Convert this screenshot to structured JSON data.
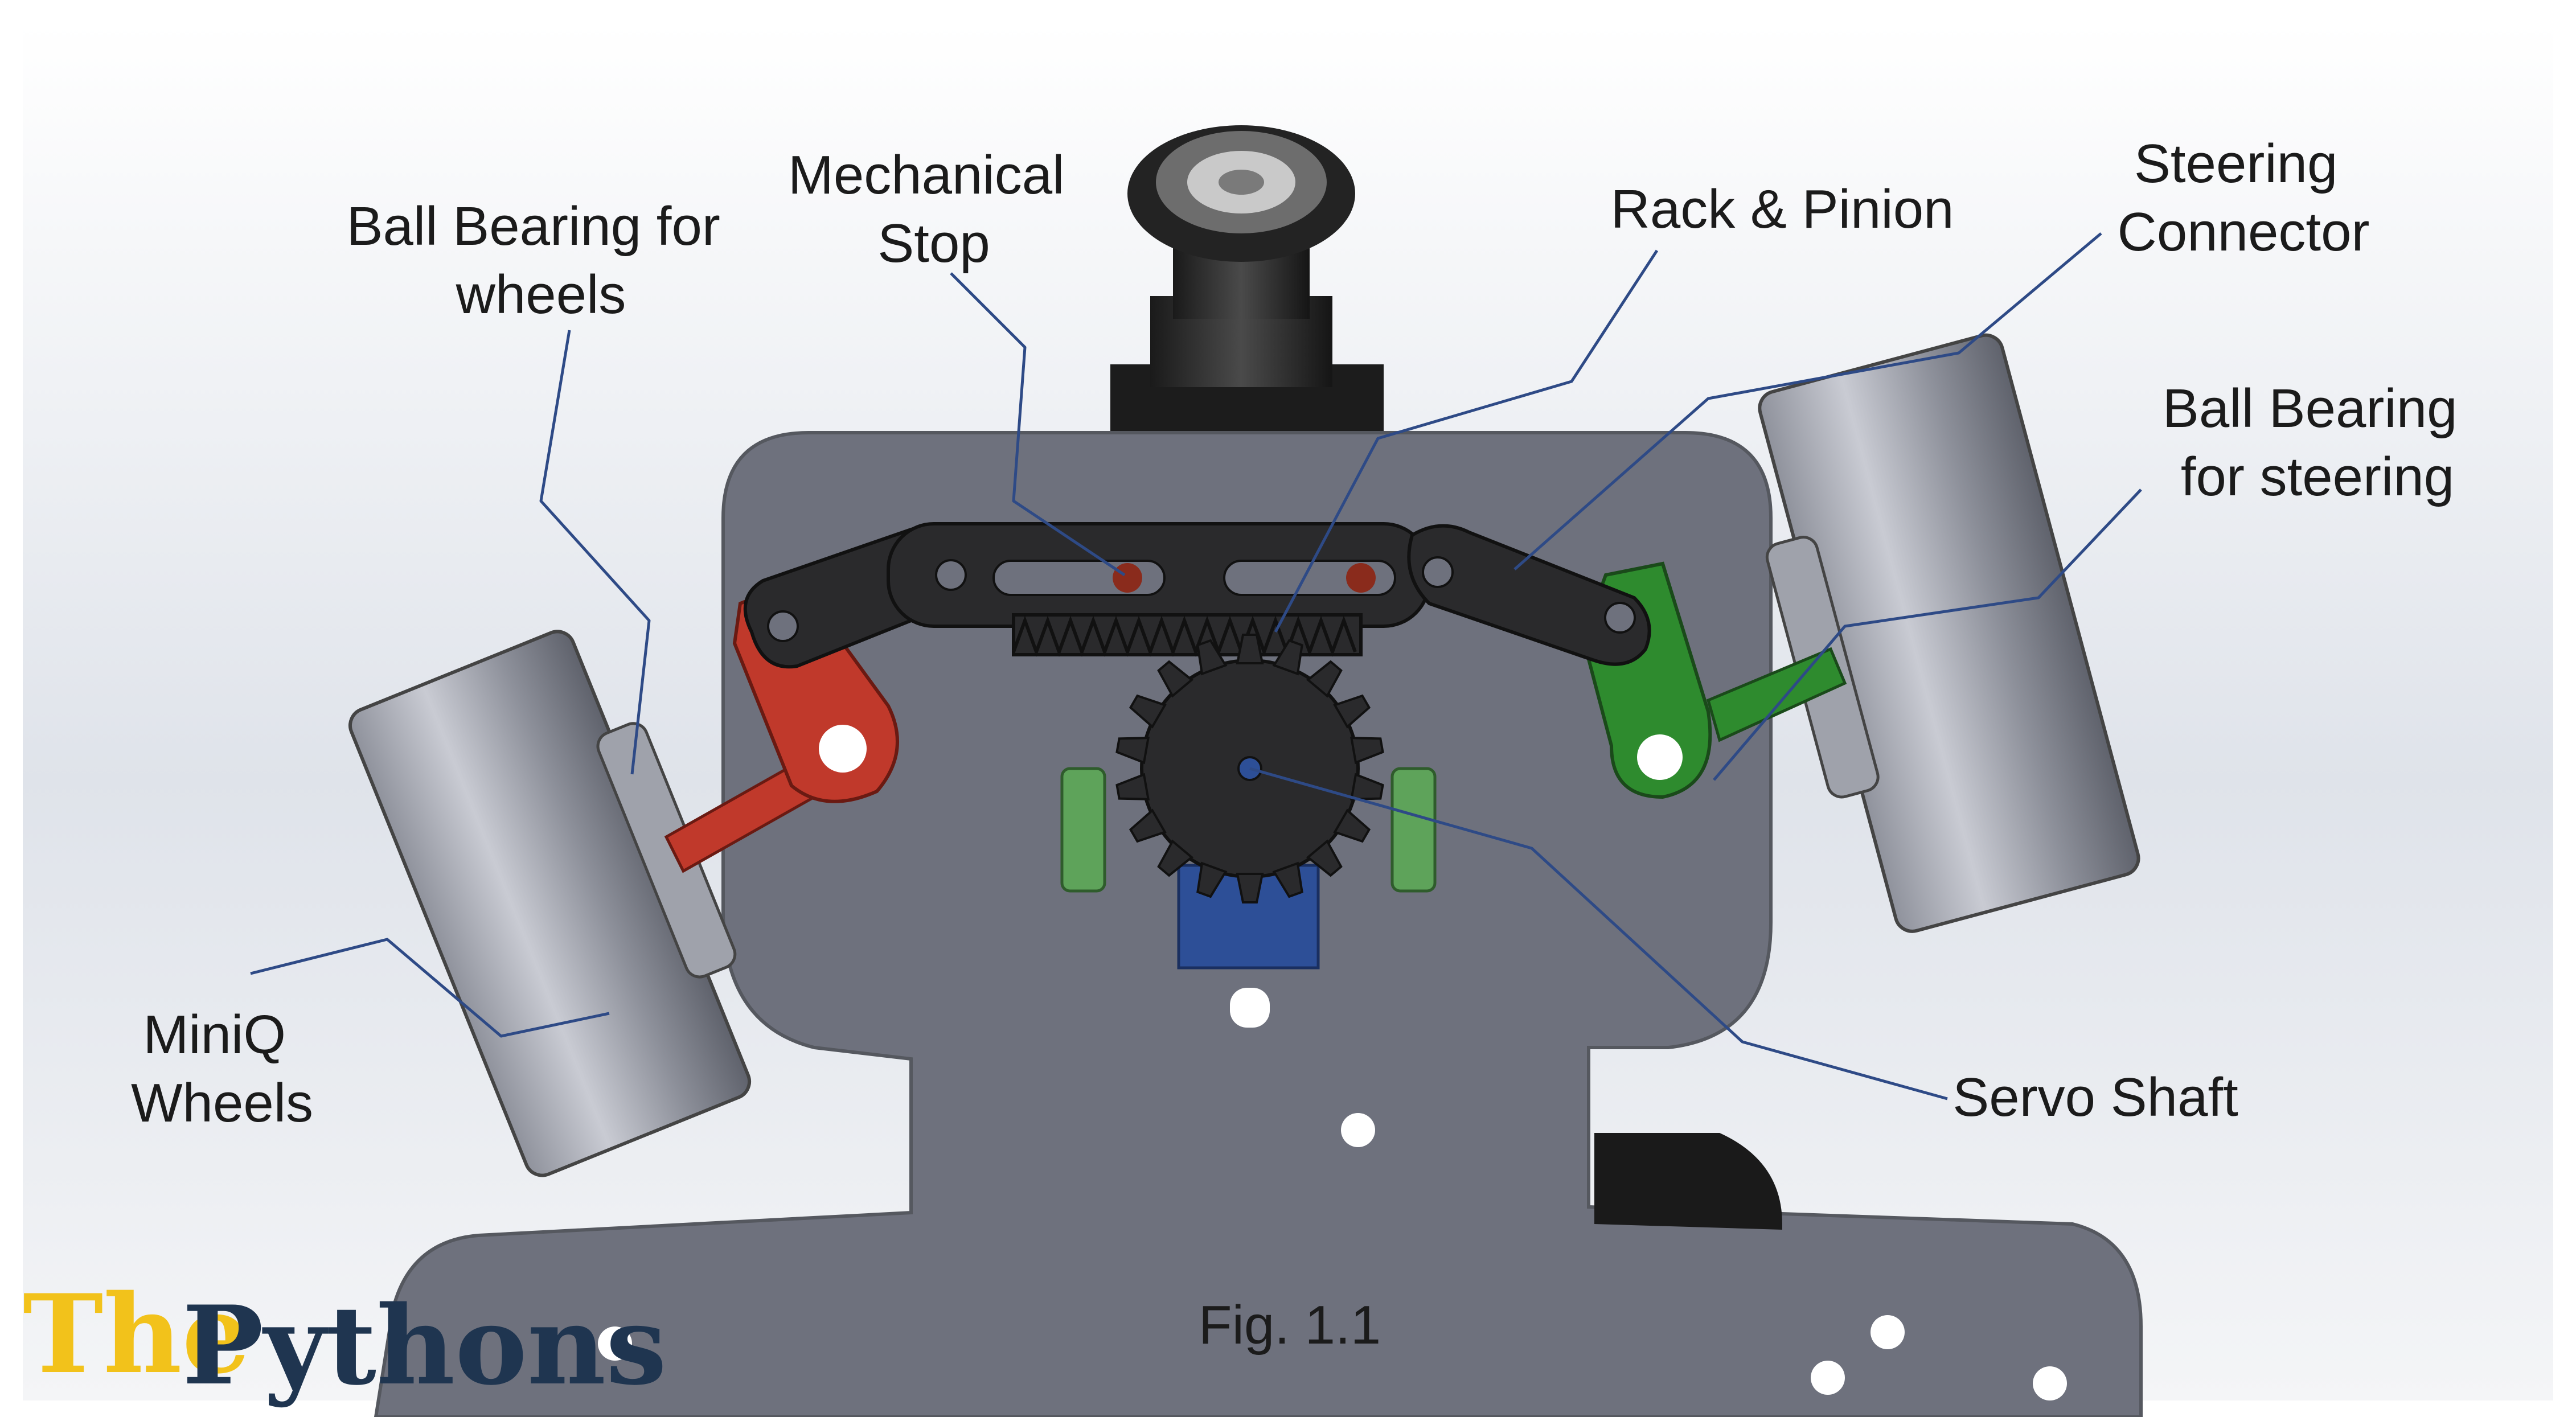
{
  "figure": {
    "caption": "Fig. 1.1",
    "labels": {
      "ball_bearing_wheels": [
        "Ball Bearing for",
        "wheels"
      ],
      "mechanical_stop": [
        "Mechanical",
        "Stop"
      ],
      "rack_pinion": [
        "Rack & Pinion"
      ],
      "steering_connector": [
        "Steering",
        "Connector"
      ],
      "ball_bearing_steering": [
        "Ball Bearing",
        "for steering"
      ],
      "miniq_wheels": [
        "MiniQ",
        "Wheels"
      ],
      "servo_shaft": [
        "Servo Shaft"
      ]
    }
  },
  "logo": {
    "word1": "The",
    "word2": "Pythons",
    "color1": "#f2c21b",
    "color2": "#1f3550"
  },
  "colors": {
    "plate": "#6e717d",
    "arm_dark": "#2a2a2c",
    "red_knuckle": "#c0392b",
    "green_knuckle": "#2e8b2e",
    "servo_blue": "#2d4f97",
    "leader_line": "#2e4a86"
  }
}
